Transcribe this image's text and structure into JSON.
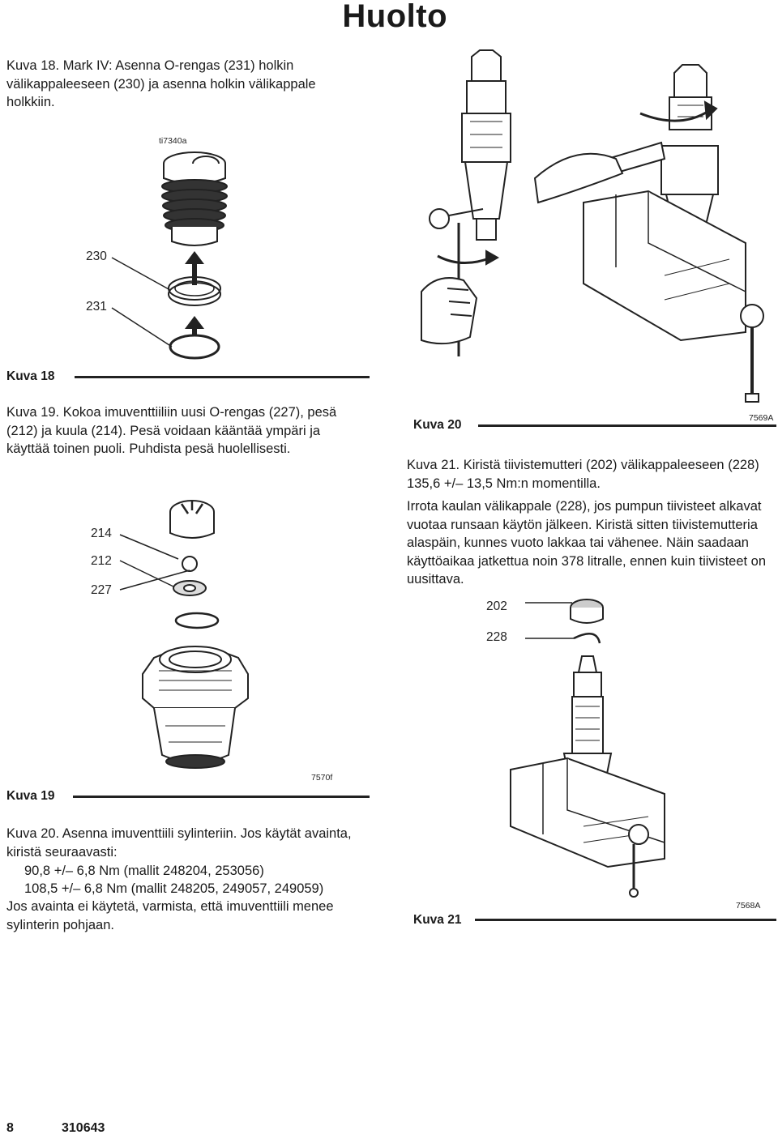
{
  "header": {
    "title": "Huolto"
  },
  "fig18": {
    "instruction": "Kuva 18. Mark IV: Asenna O-rengas (231) holkin välikappaleeseen (230) ja asenna holkin välikappale holkkiin.",
    "code": "ti7340a",
    "callout_230": "230",
    "callout_231": "231",
    "caption": "Kuva 18"
  },
  "fig19": {
    "instruction": "Kuva 19. Kokoa imuventtiiliin uusi O-rengas (227), pesä (212) ja kuula (214). Pesä voidaan kääntää ympäri ja käyttää toinen puoli. Puhdista pesä huolellisesti.",
    "callout_214": "214",
    "callout_212": "212",
    "callout_227": "227",
    "code": "7570f",
    "caption": "Kuva 19"
  },
  "fig20": {
    "caption": "Kuva 20",
    "code": "7569A",
    "instruction": "Kuva 20. Asenna imuventtiili sylinteriin. Jos käytät avainta, kiristä seuraavasti:",
    "torque_1": "90,8 +/– 6,8 Nm (mallit 248204, 253056)",
    "torque_2": "108,5 +/– 6,8 Nm (mallit 248205, 249057, 249059)",
    "note": "Jos avainta ei käytetä, varmista, että imuventtiili menee sylinterin pohjaan."
  },
  "fig21": {
    "instruction": "Kuva 21. Kiristä tiivistemutteri (202) välikappaleeseen (228) 135,6 +/– 13,5 Nm:n momentilla.",
    "paragraph": "Irrota kaulan välikappale (228), jos pumpun tiivisteet alkavat vuotaa runsaan käytön jälkeen. Kiristä sitten tiivistemutteria alaspäin, kunnes vuoto lakkaa tai vähenee. Näin saadaan käyttöaikaa jatkettua noin 378 litralle, ennen kuin tiivisteet on uusittava.",
    "callout_202": "202",
    "callout_228": "228",
    "caption": "Kuva 21",
    "code": "7568A"
  },
  "footer": {
    "page_number": "8",
    "doc_number": "310643"
  }
}
